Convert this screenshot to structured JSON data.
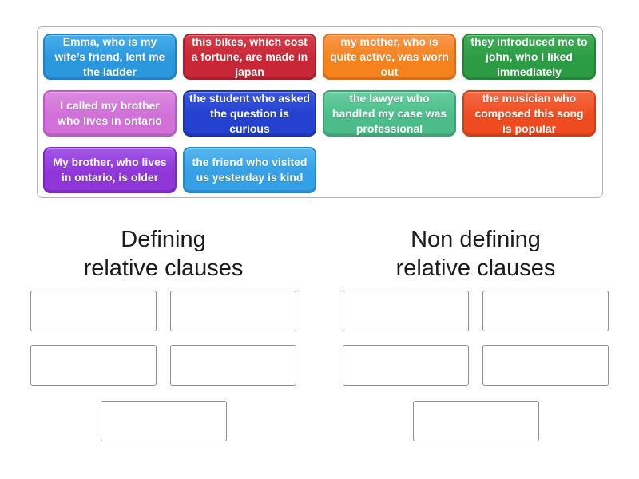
{
  "activity": {
    "tray": {
      "tiles": [
        {
          "text": "Emma, who is my wife’s friend, lent me the ladder",
          "color_light": "#47aeed",
          "color_base": "#2b97dd",
          "color_dark": "#1e82c8"
        },
        {
          "text": "this bikes, which cost a fortune, are made in japan",
          "color_light": "#d63c4a",
          "color_base": "#c72736",
          "color_dark": "#a81e2c"
        },
        {
          "text": "my mother, who is quite active, was worn out",
          "color_light": "#f9974a",
          "color_base": "#f5821c",
          "color_dark": "#dd6c0f"
        },
        {
          "text": "they introduced me to john, who I liked immediately",
          "color_light": "#3fae57",
          "color_base": "#2c9c44",
          "color_dark": "#218335"
        },
        {
          "text": "I called my brother who lives in ontario",
          "color_light": "#dd8ae2",
          "color_base": "#d170d8",
          "color_dark": "#ba58c4"
        },
        {
          "text": "the student who asked the question is curious",
          "color_light": "#3b57e0",
          "color_base": "#2441cf",
          "color_dark": "#1c33ae"
        },
        {
          "text": "the lawyer who handled my case was professional",
          "color_light": "#67cda0",
          "color_base": "#4cbd8a",
          "color_dark": "#3aa273"
        },
        {
          "text": "the musician who composed this song is popular",
          "color_light": "#f66a42",
          "color_base": "#ee4c20",
          "color_dark": "#d13c12"
        },
        {
          "text": "My brother, who lives in ontario, is older",
          "color_light": "#a558e8",
          "color_base": "#8f36d9",
          "color_dark": "#7a27c2"
        },
        {
          "text": "the friend who visited us yesterday is kind",
          "color_light": "#54b6f0",
          "color_base": "#35a0e5",
          "color_dark": "#2489cc"
        }
      ]
    },
    "groups": [
      {
        "title_line1": "Defining",
        "title_line2": "relative clauses",
        "empty_slot_count": 5
      },
      {
        "title_line1": "Non defining",
        "title_line2": "relative clauses",
        "empty_slot_count": 5
      }
    ]
  }
}
